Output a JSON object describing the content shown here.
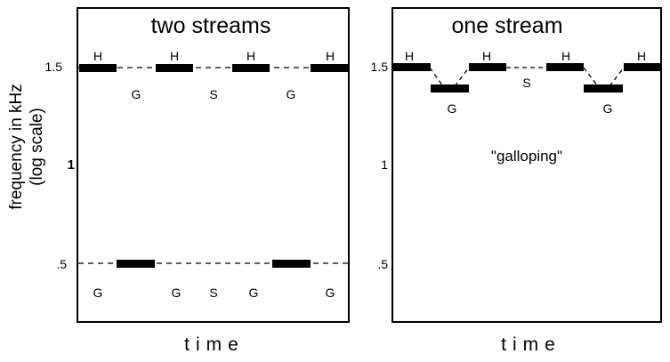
{
  "y_axis": {
    "label_line1": "frequency in kHz",
    "label_line2": "(log scale)",
    "scale": "log",
    "ticks": [
      "1.5",
      "1",
      ".5"
    ]
  },
  "panels": [
    {
      "title": "two streams",
      "xlabel": "time",
      "midline_label": "S",
      "high_row": {
        "frequency": "1.5",
        "tones": [
          "H",
          "H",
          "H",
          "H"
        ],
        "between": [
          "G",
          "S",
          "G"
        ]
      },
      "low_row": {
        "frequency": ".5",
        "below": [
          "G",
          "G",
          "S",
          "G",
          "G"
        ]
      }
    },
    {
      "title": "one stream",
      "xlabel": "time",
      "pattern_label": "\"galloping\"",
      "tones": [
        "H",
        "G",
        "H",
        "S",
        "H",
        "G",
        "H"
      ]
    }
  ]
}
